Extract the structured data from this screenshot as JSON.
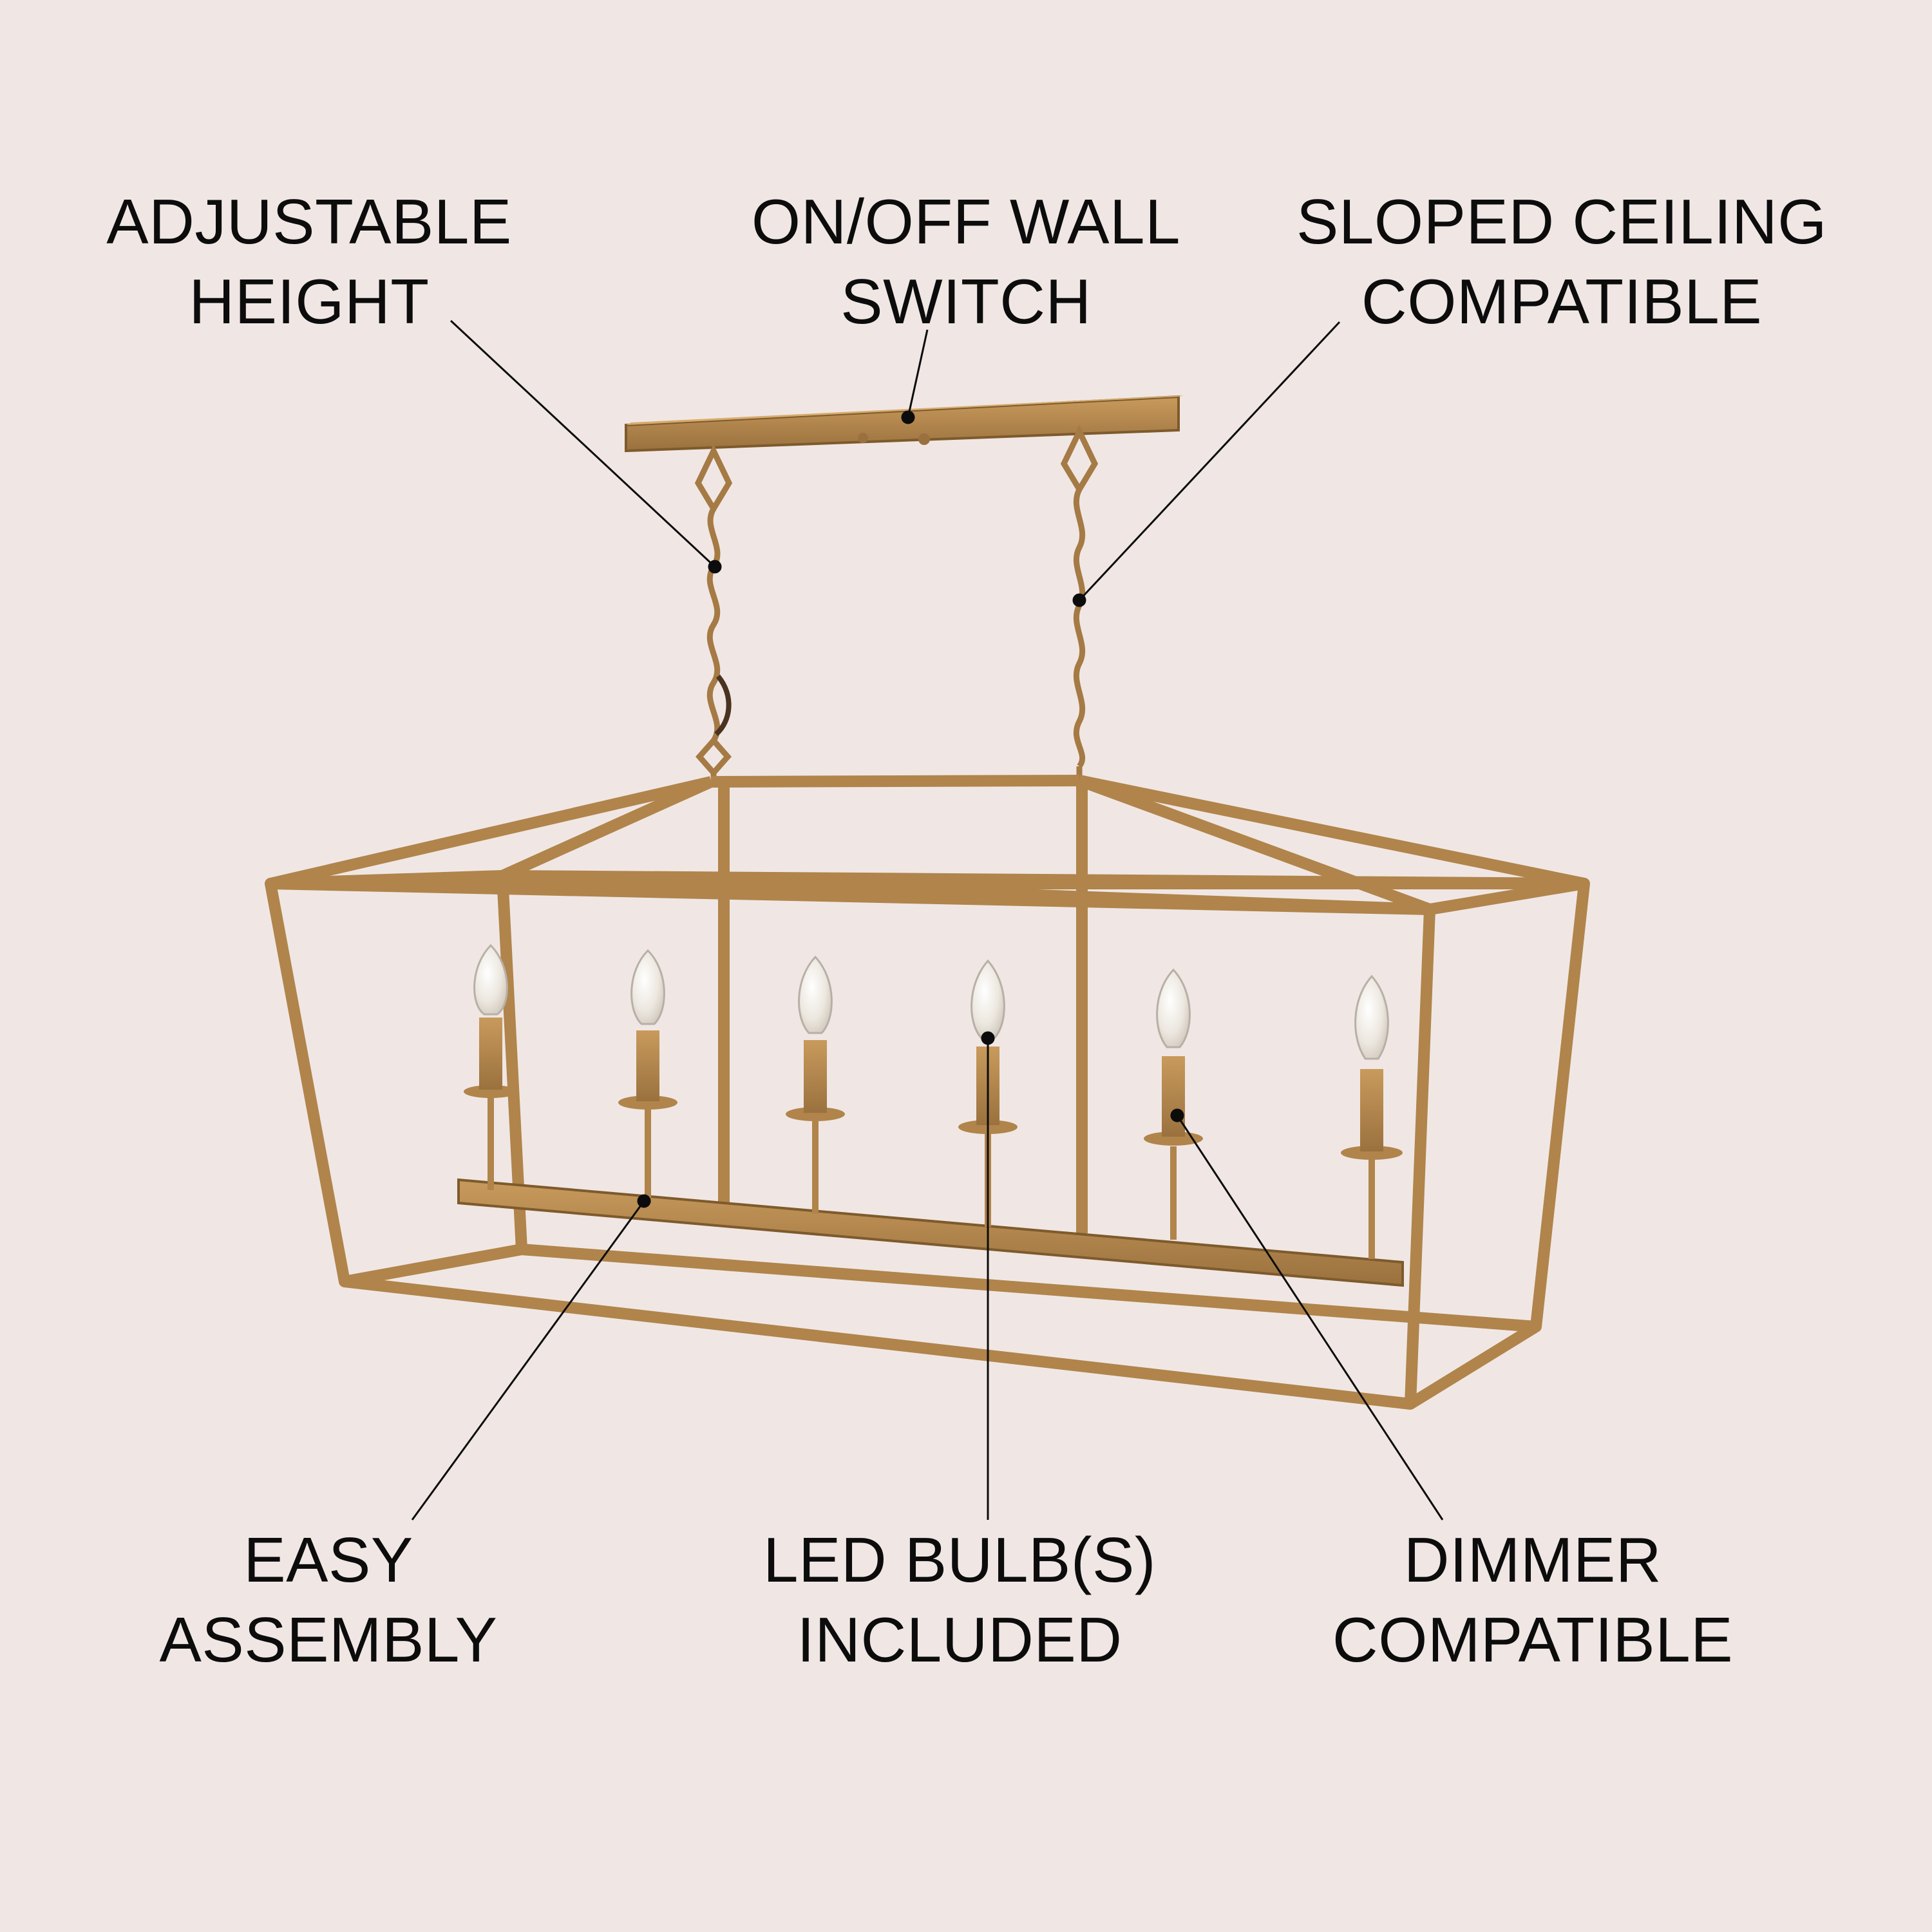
{
  "callouts": {
    "adjustable_height": {
      "line1": "ADJUSTABLE",
      "line2": "HEIGHT"
    },
    "on_off_switch": {
      "line1": "ON/OFF WALL",
      "line2": "SWITCH"
    },
    "sloped_ceiling": {
      "line1": "SLOPED CEILING",
      "line2": "COMPATIBLE"
    },
    "easy_assembly": {
      "line1": "EASY",
      "line2": "ASSEMBLY"
    },
    "led_bulbs": {
      "line1": "LED BULB(S)",
      "line2": "INCLUDED"
    },
    "dimmer": {
      "line1": "DIMMER",
      "line2": "COMPATIBLE"
    }
  },
  "colors": {
    "background": "#f0e7e4",
    "brass": "#b0844b",
    "brass_dark": "#7e5a2c",
    "text": "#0c0c0c"
  }
}
